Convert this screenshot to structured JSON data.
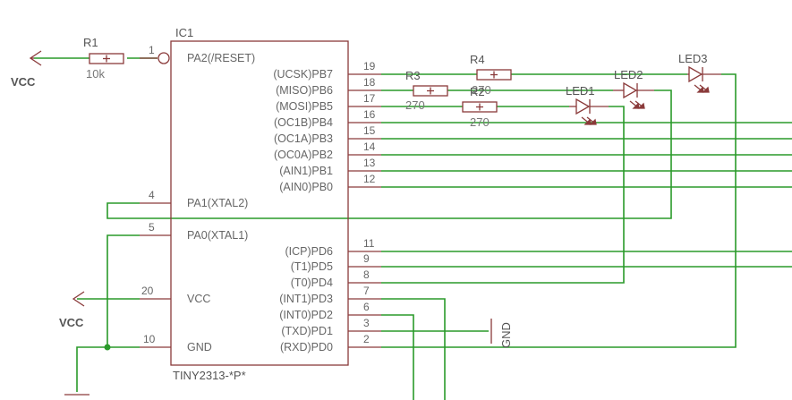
{
  "ic": {
    "name": "IC1",
    "part": "TINY2313-*P*",
    "left_pins": [
      {
        "label": "PA2(/RESET)",
        "num": "1"
      },
      {
        "label": "PA1(XTAL2)",
        "num": "4"
      },
      {
        "label": "PA0(XTAL1)",
        "num": "5"
      },
      {
        "label": "VCC",
        "num": "20"
      },
      {
        "label": "GND",
        "num": "10"
      }
    ],
    "right_pins": [
      {
        "label": "(UCSK)PB7",
        "num": "19"
      },
      {
        "label": "(MISO)PB6",
        "num": "18"
      },
      {
        "label": "(MOSI)PB5",
        "num": "17"
      },
      {
        "label": "(OC1B)PB4",
        "num": "16"
      },
      {
        "label": "(OC1A)PB3",
        "num": "15"
      },
      {
        "label": "(OC0A)PB2",
        "num": "14"
      },
      {
        "label": "(AIN1)PB1",
        "num": "13"
      },
      {
        "label": "(AIN0)PB0",
        "num": "12"
      },
      {
        "label": "(ICP)PD6",
        "num": "11"
      },
      {
        "label": "(T1)PD5",
        "num": "9"
      },
      {
        "label": "(T0)PD4",
        "num": "8"
      },
      {
        "label": "(INT1)PD3",
        "num": "7"
      },
      {
        "label": "(INT0)PD2",
        "num": "6"
      },
      {
        "label": "(TXD)PD1",
        "num": "3"
      },
      {
        "label": "(RXD)PD0",
        "num": "2"
      }
    ]
  },
  "resistors": [
    {
      "name": "R1",
      "value": "10k"
    },
    {
      "name": "R3",
      "value": "270"
    },
    {
      "name": "R4",
      "value": "270"
    },
    {
      "name": "R2",
      "value": "270"
    }
  ],
  "leds": [
    {
      "name": "LED1"
    },
    {
      "name": "LED2"
    },
    {
      "name": "LED3"
    }
  ],
  "power": {
    "vcc_top": "VCC",
    "vcc_left": "VCC",
    "gnd": "GND"
  },
  "colors": {
    "component": "#8a3a3a",
    "net": "#2a9a2a",
    "text": "#666666"
  }
}
